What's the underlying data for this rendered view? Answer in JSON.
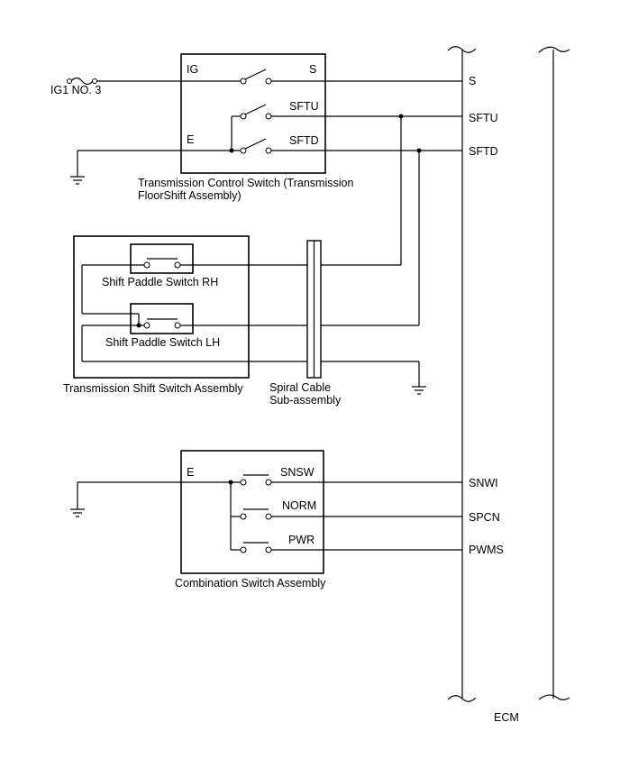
{
  "power": {
    "fuse_label": "IG1 NO. 3"
  },
  "transmission_control_switch": {
    "name": "Transmission Control Switch (Transmission",
    "name_line2": "FloorShift Assembly)",
    "pins": {
      "ig": "IG",
      "s": "S",
      "sftu": "SFTU",
      "e": "E",
      "sftd": "SFTD"
    }
  },
  "shift_switch_assembly": {
    "name": "Transmission Shift Switch Assembly",
    "rh_label": "Shift Paddle Switch RH",
    "lh_label": "Shift Paddle Switch LH"
  },
  "spiral_cable": {
    "line1": "Spiral Cable",
    "line2": "Sub-assembly"
  },
  "combination_switch": {
    "name": "Combination Switch Assembly",
    "pins": {
      "e": "E",
      "snsw": "SNSW",
      "norm": "NORM",
      "pwr": "PWR"
    }
  },
  "ecm": {
    "name": "ECM",
    "pins": {
      "s": "S",
      "sftu": "SFTU",
      "sftd": "SFTD",
      "snwi": "SNWI",
      "spcn": "SPCN",
      "pwms": "PWMS"
    }
  }
}
